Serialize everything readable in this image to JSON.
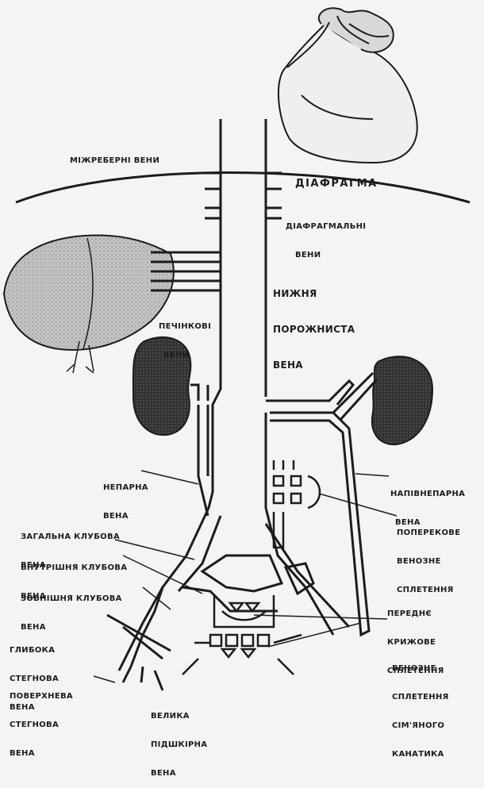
{
  "labels": {
    "intercostal_veins": "МІЖРЕБЕРНІ ВЕНИ",
    "diaphragm": "ДІАФРАГМА",
    "diaphragmatic_veins_1": "ДІАФРАГМАЛЬНІ",
    "diaphragmatic_veins_2": "ВЕНИ",
    "ivc_1": "НИЖНЯ",
    "ivc_2": "ПОРОЖНИСТА",
    "ivc_3": "ВЕНА",
    "hepatic_veins_1": "ПЕЧІНКОВІ",
    "hepatic_veins_2": "ВЕНИ",
    "azygos_1": "НЕПАРНА",
    "azygos_2": "ВЕНА",
    "hemiazygos_1": "НАПІВНЕПАРНА",
    "hemiazygos_2": "ВЕНА",
    "common_iliac_1": "ЗАГАЛЬНА КЛУБОВА",
    "common_iliac_2": "ВЕНА",
    "internal_iliac_1": "ВНУТРІШНЯ КЛУБОВА",
    "internal_iliac_2": "ВЕНА",
    "external_iliac_1": "ЗОВНІШНЯ КЛУБОВА",
    "external_iliac_2": "ВЕНА",
    "lumbar_plexus_1": "ПОПЕРЕКОВЕ",
    "lumbar_plexus_2": "ВЕНОЗНЕ",
    "lumbar_plexus_3": "СПЛЕТЕННЯ",
    "sacral_plexus_1": "ПЕРЕДНЄ",
    "sacral_plexus_2": "КРИЖОВЕ",
    "sacral_plexus_3": "СПЛЕТЕННЯ",
    "deep_femoral_1": "ГЛИБОКА",
    "deep_femoral_2": "СТЕГНОВА",
    "deep_femoral_3": "ВЕНА",
    "superficial_femoral_1": "ПОВЕРХНЕВА",
    "superficial_femoral_2": "СТЕГНОВА",
    "superficial_femoral_3": "ВЕНА",
    "great_saphenous_1": "ВЕЛИКА",
    "great_saphenous_2": "ПІДШКІРНА",
    "great_saphenous_3": "ВЕНА",
    "spermatic_plexus_1": "ВЕНОЗНЕ",
    "spermatic_plexus_2": "СПЛЕТЕННЯ",
    "spermatic_plexus_3": "СІМ'ЯНОГО",
    "spermatic_plexus_4": "КАНАТИКА"
  },
  "colors": {
    "ink": "#1c1c1c",
    "paper": "#f4f4f2",
    "organ_shade": "#b5b5b5",
    "kidney_dark": "#3a3a3a"
  }
}
